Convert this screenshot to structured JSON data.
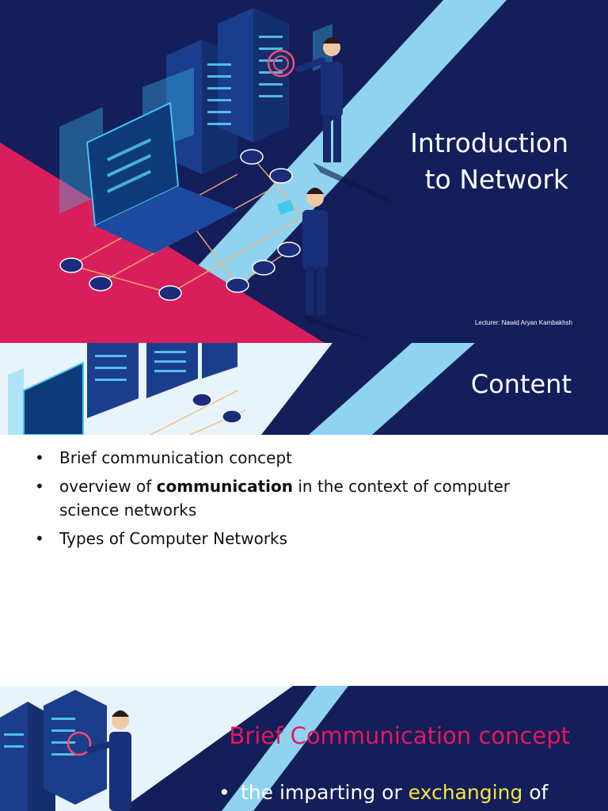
{
  "colors": {
    "navy": "#131e5a",
    "magenta": "#d81e5b",
    "light_blue": "#8fd3f0",
    "highlight_yellow": "#f5e63d",
    "heading_pink": "#e8175d"
  },
  "slide1": {
    "title_line1": "Introduction",
    "title_line2": "to Network",
    "lecturer": "Lecturer: Nawid Aryan Kambakhsh",
    "illustration": "server-laptop-network-illustration"
  },
  "slide2": {
    "heading": "Content",
    "bullets": {
      "b1": "Brief communication concept",
      "b2_before": "overview of ",
      "b2_bold": "communication",
      "b2_after": " in the context of computer science networks",
      "b3": "Types of Computer Networks"
    },
    "illustration": "server-laptop-banner-illustration"
  },
  "slide3": {
    "heading": "Brief Communication concept",
    "bullet_before": "the imparting or ",
    "bullet_highlight": "exchanging",
    "bullet_after": " of",
    "illustration": "server-person-illustration"
  }
}
